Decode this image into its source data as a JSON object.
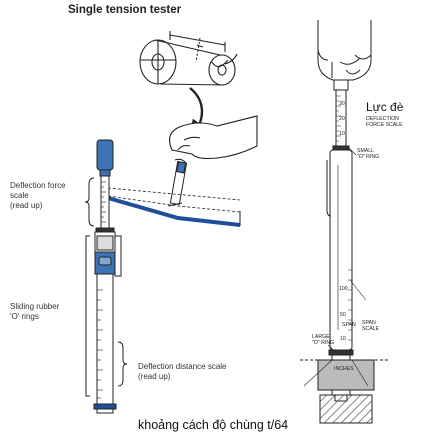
{
  "title": "Single tension tester",
  "labels": {
    "deflection_force": "Deflection force\nscale\n(read up)",
    "sliding_rings": "Sliding rubber\n'O' rings",
    "deflection_distance": "Deflection distance scale\n(read up)",
    "luc_de": "Lực đè",
    "deflection_force_scale": "DEFLECTION\nFORCE SCALE",
    "small_o_ring": "SMALL\n\"O\" RING",
    "large_o_ring": "LARGE\n\"O\" RING",
    "span_scale": "SPAN\nSCALE",
    "khoang_cach": "khoảng cách độ chùng t/64"
  },
  "scale_numbers": {
    "force": [
      "30",
      "20",
      "10"
    ],
    "span": [
      "100",
      "50",
      "10"
    ],
    "inches": "INCHES",
    "span_vertical": "SPAN"
  },
  "colors": {
    "cap_blue": "#3d72b4",
    "belt_blue": "#1f4f9a",
    "line": "#222222"
  }
}
